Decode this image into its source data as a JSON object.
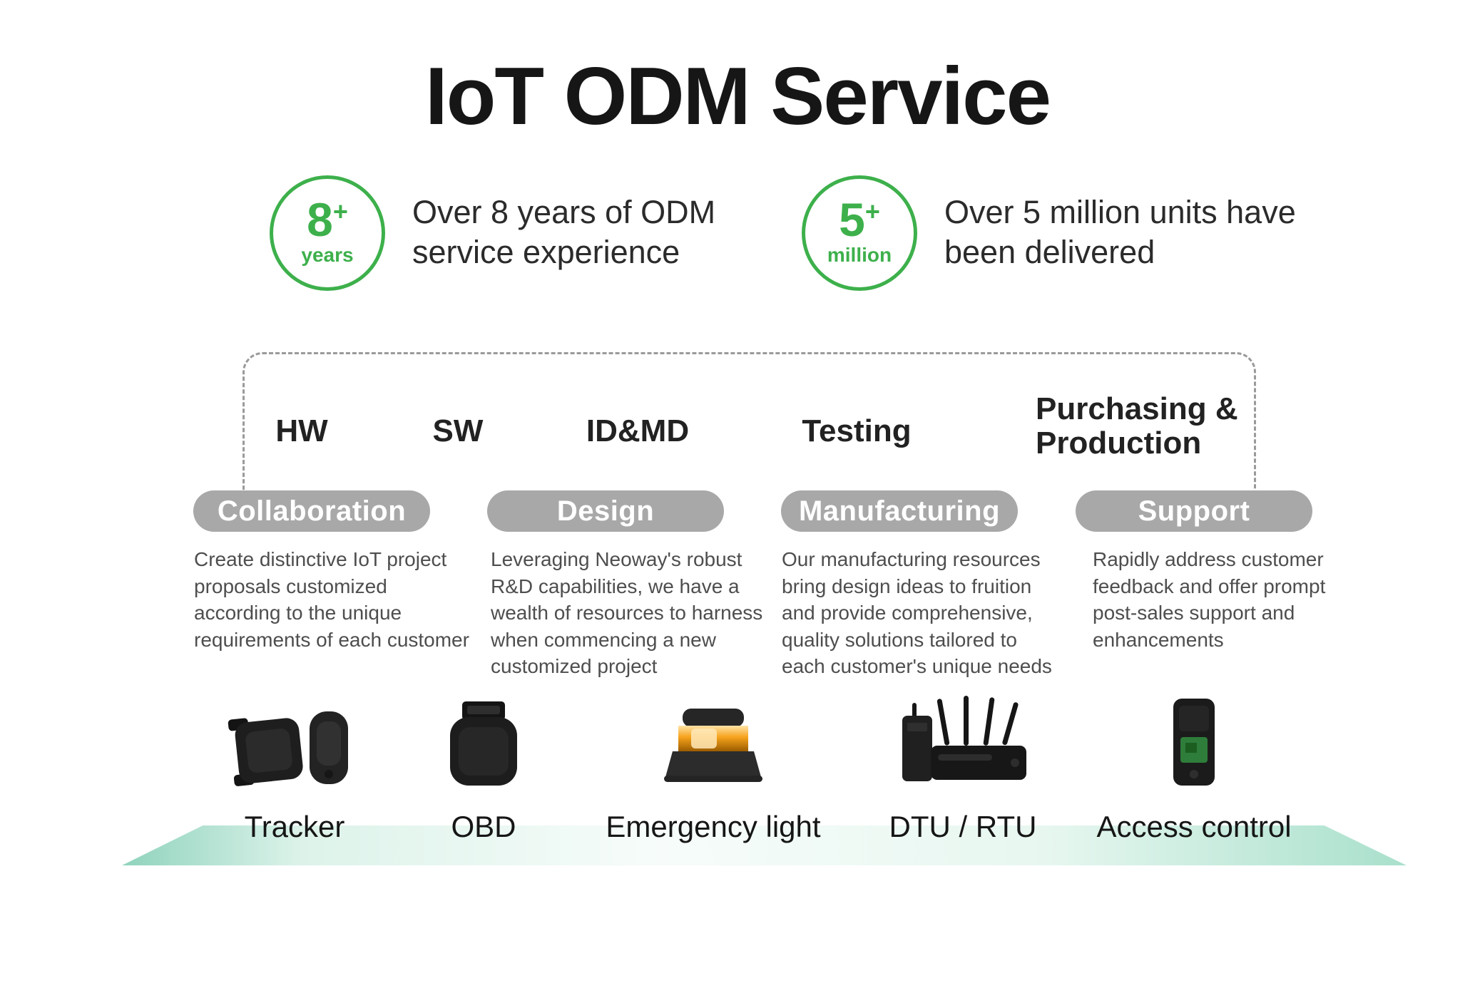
{
  "page": {
    "title": "IoT ODM Service"
  },
  "stats": [
    {
      "number": "8",
      "plus": "+",
      "unit": "years",
      "description": "Over 8 years of ODM service experience"
    },
    {
      "number": "5",
      "plus": "+",
      "unit": "million",
      "description": "Over 5 million units have been delivered"
    }
  ],
  "process": {
    "stages": [
      {
        "label": "HW"
      },
      {
        "label": "SW"
      },
      {
        "label": "ID&MD"
      },
      {
        "label": "Testing"
      },
      {
        "label": "Purchasing &\nProduction"
      }
    ]
  },
  "phases": [
    {
      "label": "Collaboration",
      "description": "Create distinctive IoT project proposals customized according to the unique requirements of each customer"
    },
    {
      "label": "Design",
      "description": "Leveraging Neoway's robust R&D capabilities, we have a wealth of resources to harness when commencing a new customized project"
    },
    {
      "label": "Manufacturing",
      "description": "Our manufacturing resources bring design ideas to fruition and provide comprehensive, quality solutions tailored to each customer's unique needs"
    },
    {
      "label": "Support",
      "description": "Rapidly address customer feedback and offer prompt post-sales support and enhancements"
    }
  ],
  "products": [
    {
      "name": "Tracker"
    },
    {
      "name": "OBD"
    },
    {
      "name": "Emergency light"
    },
    {
      "name": "DTU / RTU"
    },
    {
      "name": "Access control"
    }
  ],
  "colors": {
    "accent_green": "#3db04b",
    "pill_gray": "#a8a8a8",
    "platform_teal": "#9fdcc6"
  }
}
